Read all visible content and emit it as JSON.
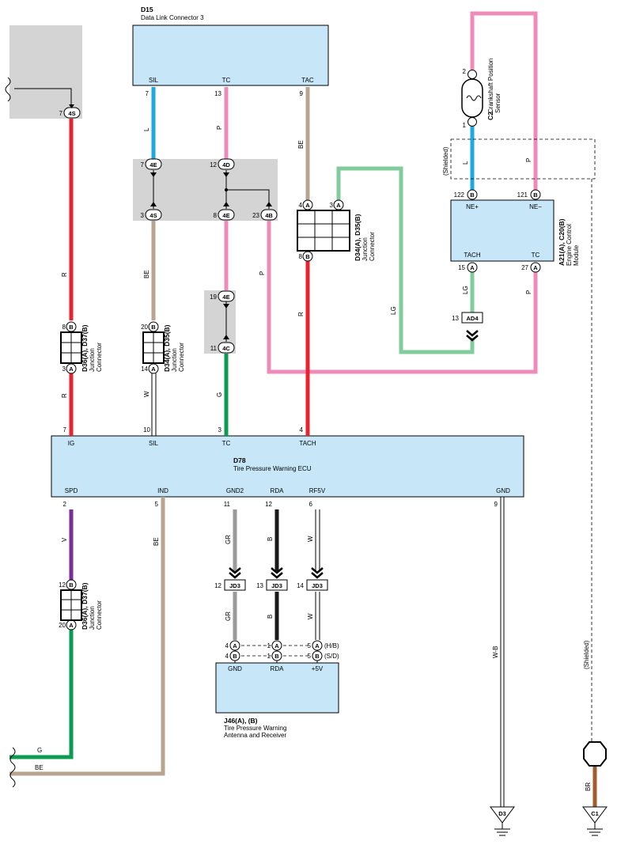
{
  "colors": {
    "R": "#e8232d",
    "L": "#1fa9e1",
    "P": "#ef8bb9",
    "BE": "#b9a48f",
    "LG": "#80cc9c",
    "G": "#0a9c52",
    "V": "#7a2e97",
    "GR": "#9a9a9a",
    "B": "#1a1a1a",
    "BR": "#a35b2d",
    "box_fill": "#c7e7f9",
    "junction_fill": "#d4d4d4"
  },
  "components": {
    "d15": {
      "code": "D15",
      "name": "Data Link Connector 3",
      "pins": [
        "SIL",
        "TC",
        "TAC"
      ],
      "pin_numbers": [
        "7",
        "13",
        "9"
      ]
    },
    "d78": {
      "code": "D78",
      "name": "Tire Pressure Warning ECU",
      "top_pins": [
        "IG",
        "SIL",
        "TC",
        "TACH"
      ],
      "top_numbers": [
        "7",
        "10",
        "3",
        "4"
      ],
      "bottom_pins": [
        "SPD",
        "IND",
        "GND2",
        "RDA",
        "RF5V",
        "GND"
      ],
      "bottom_numbers": [
        "2",
        "5",
        "11",
        "12",
        "6",
        "9"
      ]
    },
    "ecm": {
      "code": "A21(A), C20(B)",
      "name1": "Engine Control",
      "name2": "Module",
      "pins": [
        "NE+",
        "NE−",
        "TACH",
        "TC"
      ],
      "pin_numbers": [
        "122",
        "121",
        "15",
        "27"
      ]
    },
    "c2": {
      "code": "C2",
      "name1": "Crankshaft Position",
      "name2": "Sensor",
      "pin_top": "2",
      "pin_bottom": "1"
    },
    "j46": {
      "code": "J46(A), (B)",
      "name1": "Tire Pressure Warning",
      "name2": "Antenna and Receiver",
      "pins": [
        "GND",
        "RDA",
        "+5V"
      ],
      "hb": "(H/B)",
      "sd": "(S/D)",
      "left_nums_a": [
        "4",
        "1",
        "5"
      ],
      "left_nums_b": [
        "4",
        "1",
        "5"
      ]
    },
    "jc_left": {
      "code": "D36(A), D37(B)",
      "name1": "Junction",
      "name2": "Connector",
      "top": "8",
      "bottom": "3"
    },
    "jc_mid": {
      "code": "D34(A), D35(B)",
      "name1": "Junction",
      "name2": "Connector",
      "top": "20",
      "bottom": "14"
    },
    "jc_right": {
      "code": "D34(A), D35(B)",
      "name1": "Junction",
      "name2": "Connector",
      "top_left": "4",
      "top_right": "3",
      "bottom": "8"
    },
    "jc_low": {
      "code": "D36(A), D37(B)",
      "name1": "Junction",
      "name2": "Connector",
      "top": "12",
      "bottom": "20"
    }
  },
  "connectors": {
    "c4S_top": "4S",
    "c4E": "4E",
    "c4D": "4D",
    "c4S": "4S",
    "c4E2": "4E",
    "c4B": "4B",
    "c4E3": "4E",
    "c4C": "4C",
    "AD4": "AD4",
    "JD3": "JD3",
    "n7": "7",
    "n12": "12",
    "n3": "3",
    "n8": "8",
    "n23": "23",
    "n19": "19",
    "n11": "11",
    "n7b": "7",
    "n13": "13",
    "n4": "4",
    "n14": "14",
    "n12b": "12"
  },
  "wires": {
    "R": "R",
    "L": "L",
    "P": "P",
    "BE": "BE",
    "LG": "LG",
    "G": "G",
    "V": "V",
    "GR": "GR",
    "B": "B",
    "W": "W",
    "WB": "W-B",
    "BR": "BR"
  },
  "grounds": {
    "d3": "D3",
    "c1": "C1"
  },
  "shielded": "(Shielded)",
  "pin_letters": {
    "A": "A",
    "B": "B"
  }
}
